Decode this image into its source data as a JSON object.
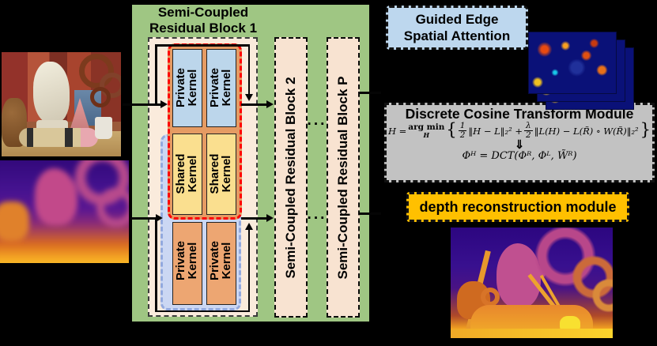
{
  "block1": {
    "title": {
      "line1": "Semi-Coupled",
      "line2": "Residual Block 1"
    },
    "kernel_private_rgb": {
      "line1": "Private",
      "line2": "Kernel"
    },
    "kernel_shared": {
      "line1": "Shared",
      "line2": "Kernel"
    },
    "kernel_private_depth": {
      "line1": "Private",
      "line2": "Kernel"
    }
  },
  "block2_label": "Semi-Coupled Residual Block 2",
  "blockP_label": "Semi-Coupled Residual Block P",
  "ellipsis": "···",
  "guided_edge": {
    "line1": "Guided Edge",
    "line2": "Spatial Attention"
  },
  "dct": {
    "title": "Discrete Cosine Transform Module",
    "formula": {
      "lhs": "H =",
      "argmin": "arg min",
      "argmin_sub": "H",
      "brace_open": "{",
      "frac1_num": "1",
      "frac1_den": "2",
      "term1": "‖H − L‖₂² +",
      "frac2_num": "λ",
      "frac2_den": "2",
      "term2": "‖L(H) − L(R̃) ∘ W(R̃)‖₂²",
      "brace_close": "}",
      "down_arrow": "⇓",
      "line2": "Φᴴ = DCT(Φᴿ, Φᴸ, W̃ᴿ)"
    }
  },
  "depth_recon_label": "depth reconstruction module",
  "colors": {
    "main_container_green": "#9FC683",
    "residual_block_fill": "#F8E3D1",
    "block1_inner_fill": "#FAEBDC",
    "private_rgb_kernel_fill": "#BCD6EB",
    "shared_kernel_fill": "#FADF8F",
    "private_depth_kernel_fill": "#EDA672",
    "rgb_group_dash": "#FF0000",
    "rgb_group_bg": "#E59B63",
    "depth_group_dash": "#92A9DE",
    "depth_group_bg": "#CBD7F3",
    "guided_edge_fill": "#BDD7EE",
    "dct_fill": "#C2C2C2",
    "depth_recon_fill": "#FFC000"
  }
}
